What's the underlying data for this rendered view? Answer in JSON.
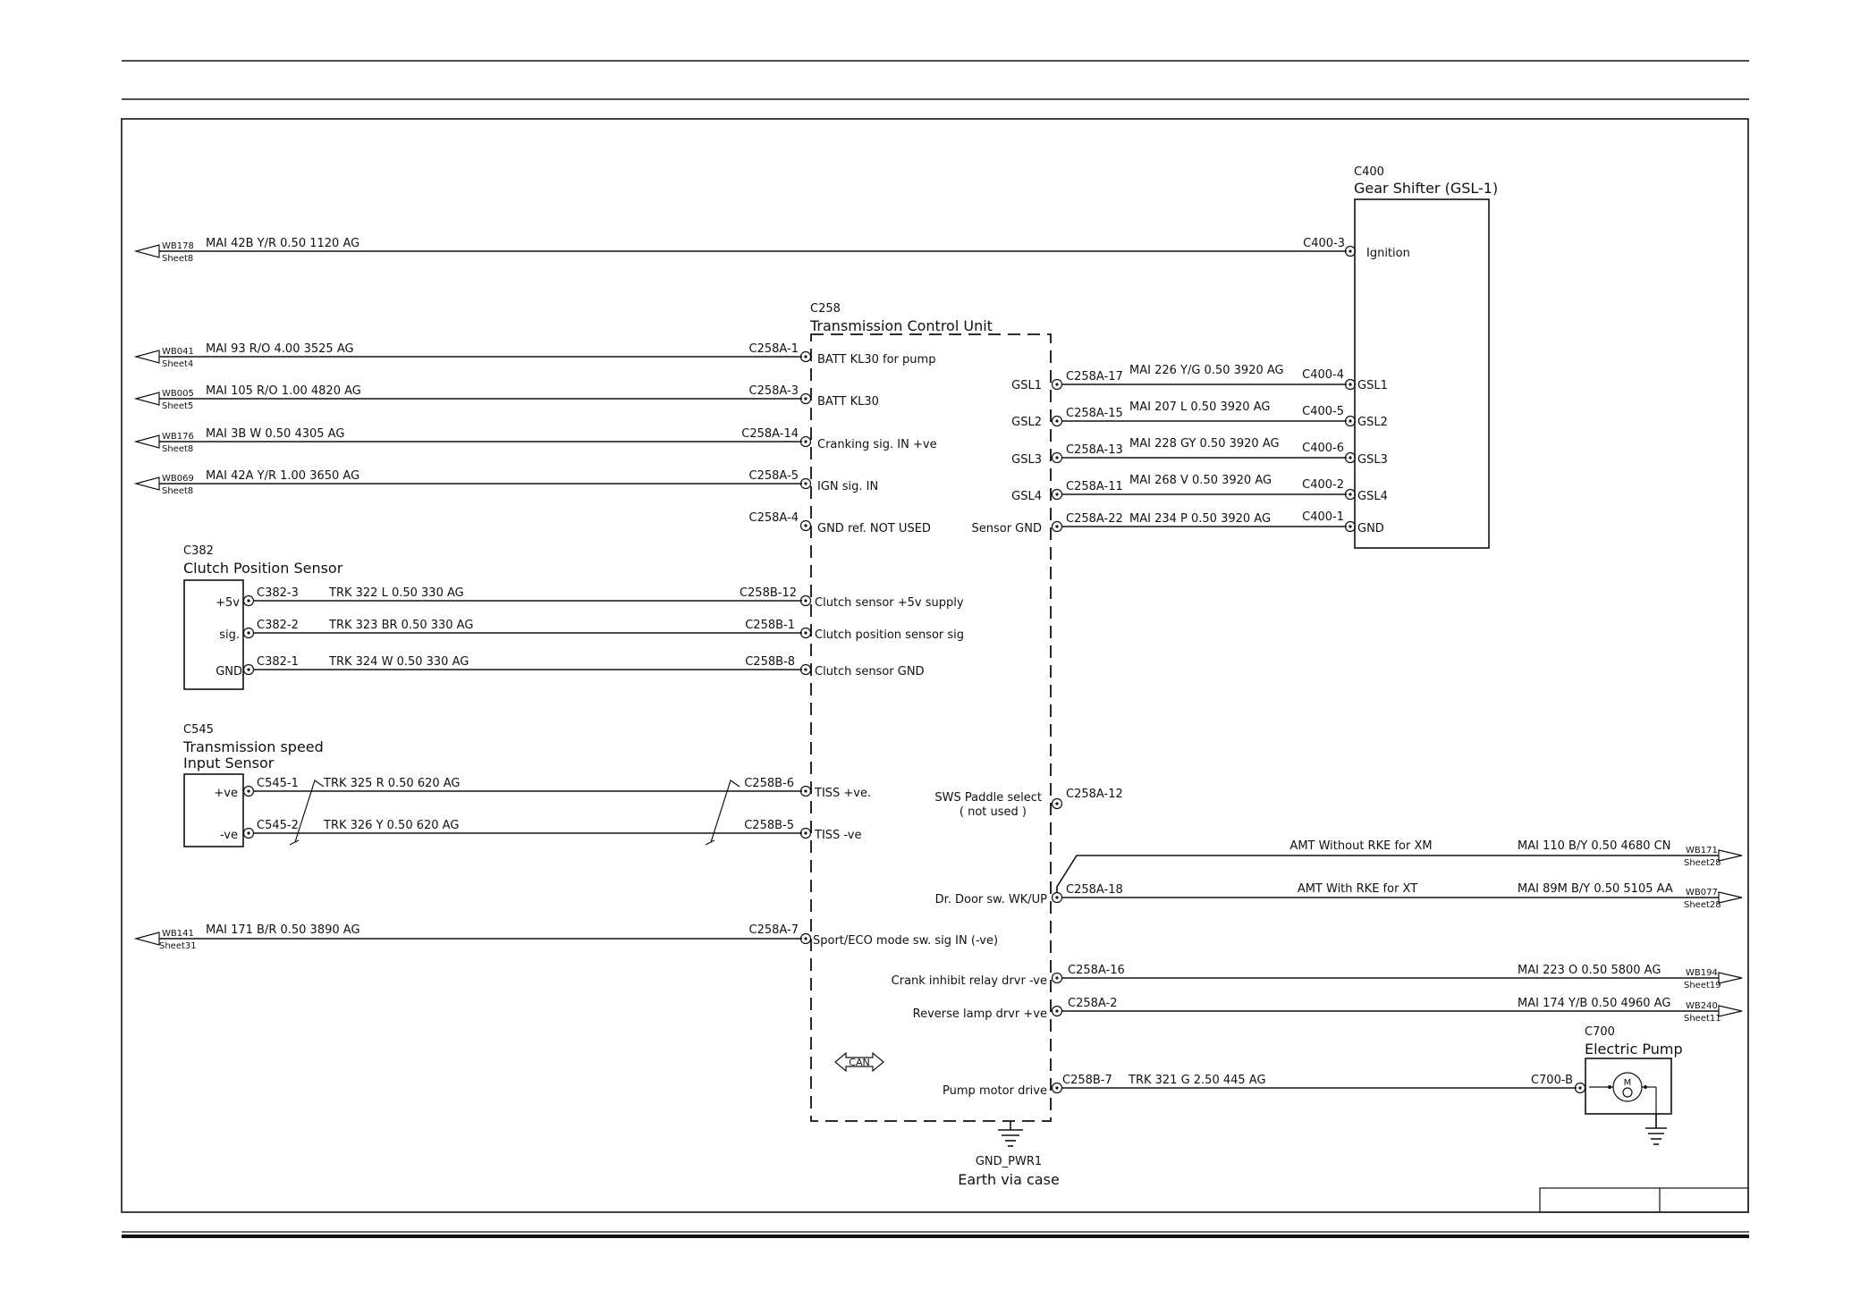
{
  "ecu": {
    "id": "C258",
    "name": "Transmission Control Unit"
  },
  "shifter": {
    "id": "C400",
    "name": "Gear Shifter (GSL-1)"
  },
  "clutch_sensor": {
    "id": "C382",
    "name": "Clutch Position Sensor"
  },
  "speed_sensor": {
    "id": "C545",
    "name_line1": "Transmission speed",
    "name_line2": "Input Sensor"
  },
  "pump": {
    "id": "C700",
    "name": "Electric Pump",
    "motor_symbol": "M"
  },
  "ground": {
    "id": "GND_PWR1",
    "label": "Earth via case"
  },
  "can_label": "CAN",
  "offsheet_left": [
    {
      "ref": "WB178",
      "sheet": "Sheet8",
      "wire": "MAI  42B Y/R 0.50 1120 AG",
      "from": "C400-3",
      "pin_label": "Ignition"
    },
    {
      "ref": "WB041",
      "sheet": "Sheet4",
      "wire": "MAI  93 R/O 4.00 3525 AG",
      "from": "C258A-1",
      "pin_label": "BATT KL30 for pump"
    },
    {
      "ref": "WB005",
      "sheet": "Sheet5",
      "wire": "MAI  105 R/O 1.00 4820 AG",
      "from": "C258A-3",
      "pin_label": "BATT KL30"
    },
    {
      "ref": "WB176",
      "sheet": "Sheet8",
      "wire": "MAI  3B W 0.50 4305 AG",
      "from": "C258A-14",
      "pin_label": "Cranking sig. IN +ve"
    },
    {
      "ref": "WB069",
      "sheet": "Sheet8",
      "wire": "MAI  42A Y/R 1.00 3650 AG",
      "from": "C258A-5",
      "pin_label": "IGN sig. IN"
    },
    {
      "ref": "WB141",
      "sheet": "Sheet31",
      "wire": "MAI  171 B/R 0.50 3890 AG",
      "from": "C258A-7",
      "pin_label": "Sport/ECO mode sw. sig IN (-ve)"
    }
  ],
  "gnd_ref": {
    "pin": "C258A-4",
    "label": "GND ref. NOT USED"
  },
  "clutch_wires": [
    {
      "sensor_pin": "+5v",
      "conn": "C382-3",
      "wire": "TRK  322 L 0.50 330 AG",
      "ecu_conn": "C258B-12",
      "ecu_label": "Clutch sensor +5v supply"
    },
    {
      "sensor_pin": "sig.",
      "conn": "C382-2",
      "wire": "TRK  323 BR 0.50 330 AG",
      "ecu_conn": "C258B-1",
      "ecu_label": "Clutch position sensor sig"
    },
    {
      "sensor_pin": "GND",
      "conn": "C382-1",
      "wire": "TRK  324 W 0.50 330 AG",
      "ecu_conn": "C258B-8",
      "ecu_label": "Clutch sensor GND"
    }
  ],
  "speed_wires": [
    {
      "sensor_pin": "+ve",
      "conn": "C545-1",
      "wire": "TRK  325 R 0.50 620 AG",
      "ecu_conn": "C258B-6",
      "ecu_label": "TISS +ve."
    },
    {
      "sensor_pin": "-ve",
      "conn": "C545-2",
      "wire": "TRK  326 Y 0.50 620 AG",
      "ecu_conn": "C258B-5",
      "ecu_label": "TISS -ve"
    }
  ],
  "gsl_wires": [
    {
      "ecu_label": "GSL1",
      "ecu_conn": "C258A-17",
      "wire": "MAI  226 Y/G 0.50 3920 AG",
      "shifter_conn": "C400-4",
      "shifter_label": "GSL1"
    },
    {
      "ecu_label": "GSL2",
      "ecu_conn": "C258A-15",
      "wire": "MAI  207 L 0.50 3920 AG",
      "shifter_conn": "C400-5",
      "shifter_label": "GSL2"
    },
    {
      "ecu_label": "GSL3",
      "ecu_conn": "C258A-13",
      "wire": "MAI  228 GY 0.50 3920 AG",
      "shifter_conn": "C400-6",
      "shifter_label": "GSL3"
    },
    {
      "ecu_label": "GSL4",
      "ecu_conn": "C258A-11",
      "wire": "MAI  268 V 0.50 3920 AG",
      "shifter_conn": "C400-2",
      "shifter_label": "GSL4"
    },
    {
      "ecu_label": "Sensor GND",
      "ecu_conn": "C258A-22",
      "wire": "MAI  234 P 0.50 3920 AG",
      "shifter_conn": "C400-1",
      "shifter_label": "GND"
    }
  ],
  "sws": {
    "label_line1": "SWS Paddle select",
    "label_line2": "( not used )",
    "conn": "C258A-12"
  },
  "right_outputs": [
    {
      "ecu_label": "Dr. Door sw. WK/UP",
      "ecu_conn": "C258A-18",
      "note": "AMT Without RKE for XM",
      "wire": "MAI  110 B/Y 0.50 4680 CN",
      "ref": "WB171",
      "sheet": "Sheet28"
    },
    {
      "note": "AMT With RKE for XT",
      "wire": "MAI  89M B/Y 0.50 5105 AA",
      "ref": "WB077",
      "sheet": "Sheet28"
    },
    {
      "ecu_label": "Crank inhibit relay drvr -ve",
      "ecu_conn": "C258A-16",
      "wire": "MAI  223 O 0.50 5800 AG",
      "ref": "WB194",
      "sheet": "Sheet19"
    },
    {
      "ecu_label": "Reverse lamp drvr +ve",
      "ecu_conn": "C258A-2",
      "wire": "MAI  174 Y/B 0.50 4960 AG",
      "ref": "WB240",
      "sheet": "Sheet11"
    }
  ],
  "pump_wire": {
    "ecu_label": "Pump motor drive",
    "ecu_conn": "C258B-7",
    "wire": "TRK  321 G 2.50 445 AG",
    "pump_conn": "C700-B"
  }
}
